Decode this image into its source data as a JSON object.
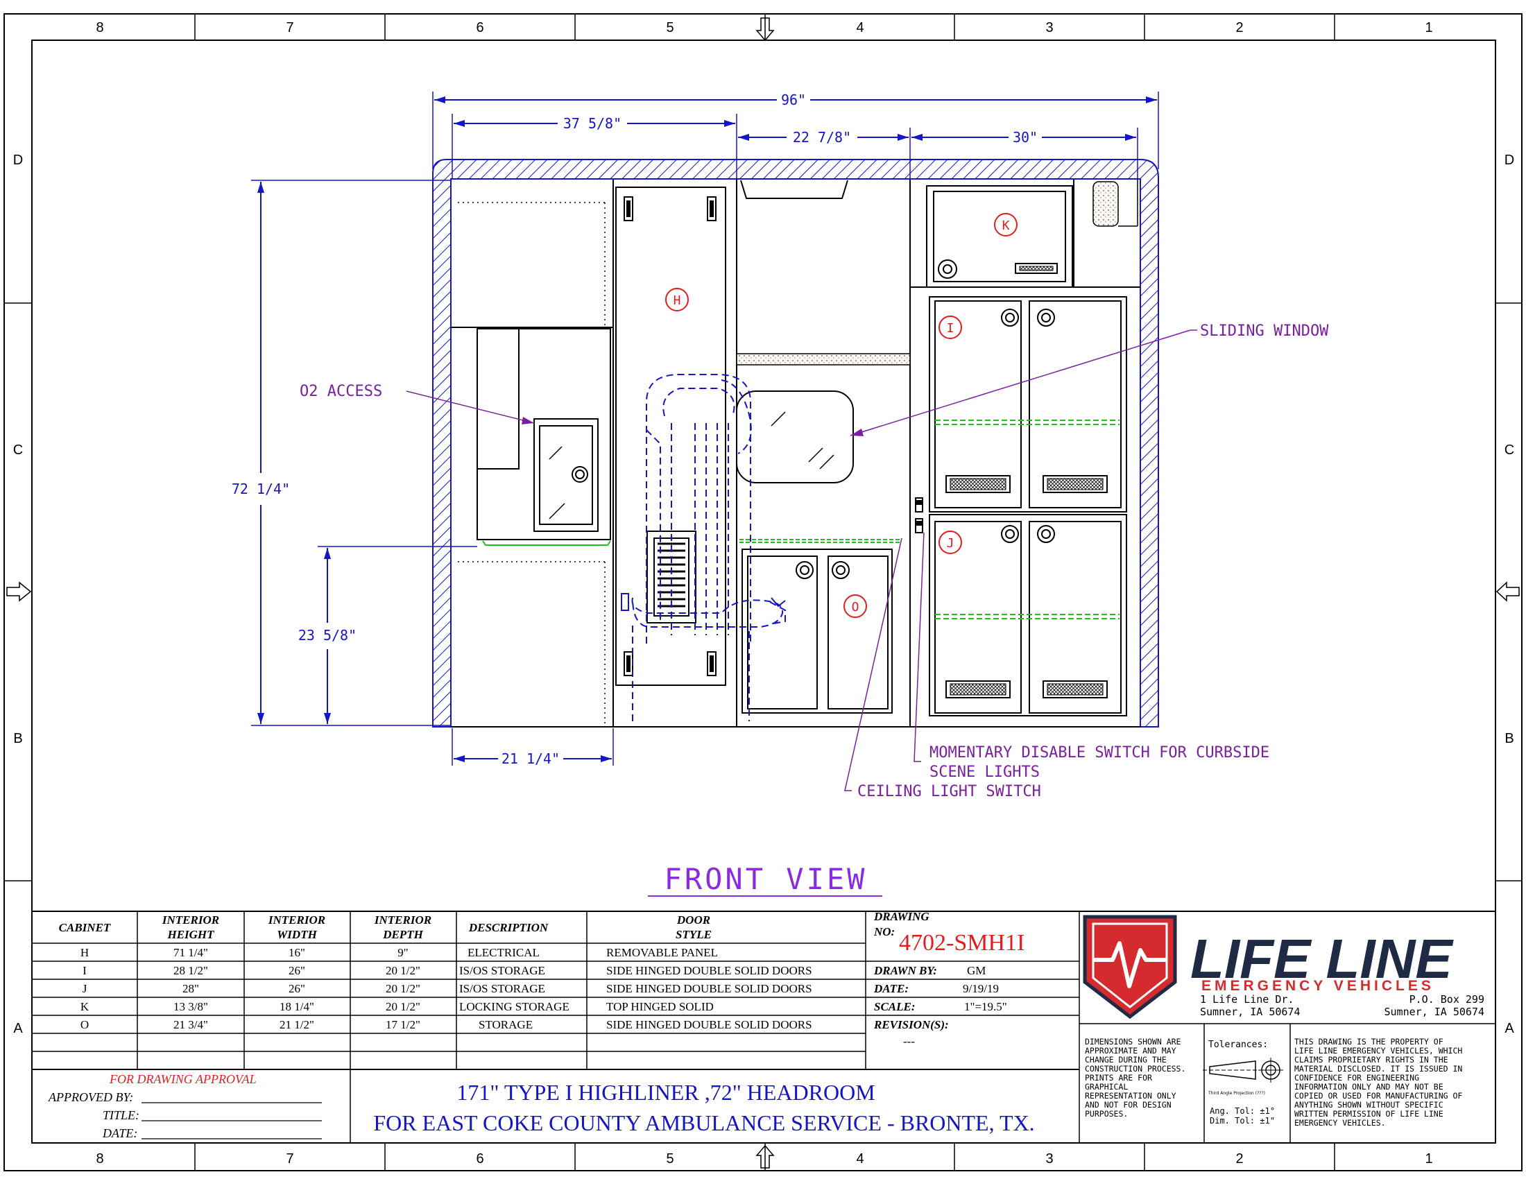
{
  "frame": {
    "columns": [
      "8",
      "7",
      "6",
      "5",
      "4",
      "3",
      "2",
      "1"
    ],
    "rows": [
      "D",
      "C",
      "B",
      "A"
    ]
  },
  "dimensions": {
    "overall_width": "96\"",
    "left_width": "37 5/8\"",
    "mid_width": "22 7/8\"",
    "right_width": "30\"",
    "overall_height": "72 1/4\"",
    "counter_height": "23 5/8\"",
    "left_bottom_width": "21 1/4\""
  },
  "labels": {
    "o2_access": "O2 ACCESS",
    "sliding_window": "SLIDING WINDOW",
    "momentary_line1": "MOMENTARY DISABLE SWITCH FOR CURBSIDE",
    "momentary_line2": "SCENE LIGHTS",
    "ceiling_switch": "CEILING LIGHT SWITCH",
    "cab_h": "H",
    "cab_i": "I",
    "cab_j": "J",
    "cab_k": "K",
    "cab_o": "O"
  },
  "view_title": "FRONT VIEW",
  "cabinet_table": {
    "headers": [
      [
        "CABINET"
      ],
      [
        "INTERIOR",
        "HEIGHT"
      ],
      [
        "INTERIOR",
        "WIDTH"
      ],
      [
        "INTERIOR",
        "DEPTH"
      ],
      [
        "DESCRIPTION"
      ],
      [
        "DOOR",
        "STYLE"
      ]
    ],
    "rows": [
      [
        "H",
        "71 1/4\"",
        "16\"",
        "9\"",
        "ELECTRICAL",
        "REMOVABLE PANEL"
      ],
      [
        "I",
        "28 1/2\"",
        "26\"",
        "20 1/2\"",
        "IS/OS STORAGE",
        "SIDE HINGED DOUBLE SOLID DOORS"
      ],
      [
        "J",
        "28\"",
        "26\"",
        "20 1/2\"",
        "IS/OS STORAGE",
        "SIDE HINGED DOUBLE SOLID DOORS"
      ],
      [
        "K",
        "13 3/8\"",
        "18 1/4\"",
        "20 1/2\"",
        "LOCKING STORAGE",
        "TOP HINGED SOLID"
      ],
      [
        "O",
        "21 3/4\"",
        "21 1/2\"",
        "17 1/2\"",
        "STORAGE",
        "SIDE HINGED DOUBLE SOLID DOORS"
      ]
    ]
  },
  "drawing_info": {
    "drawing_no_label_1": "DRAWING",
    "drawing_no_label_2": "NO:",
    "drawing_no": "4702-SMH1I",
    "drawn_by_label": "DRAWN BY:",
    "drawn_by": "GM",
    "date_label": "DATE:",
    "date": "9/19/19",
    "scale_label": "SCALE:",
    "scale": "1\"=19.5\"",
    "revision_label": "REVISION(S):",
    "revision": "---"
  },
  "approval": {
    "heading": "FOR DRAWING APPROVAL",
    "approved_by": "APPROVED BY:",
    "title": "TITLE:",
    "date": "DATE:"
  },
  "project": {
    "line1": "171\" TYPE I   HIGHLINER   ,72\" HEADROOM",
    "line2": "FOR EAST COKE COUNTY AMBULANCE SERVICE - BRONTE, TX."
  },
  "company": {
    "name": "LIFE LINE",
    "sub": "EMERGENCY VEHICLES",
    "address_left_1": "1 Life Line Dr.",
    "address_left_2": "Sumner, IA 50674",
    "address_right_1": "P.O. Box 299",
    "address_right_2": "Sumner, IA 50674",
    "logo_red": "#d52b2e",
    "logo_navy": "#1f2a44"
  },
  "notes": {
    "disclaimer": [
      "DIMENSIONS SHOWN ARE",
      "APPROXIMATE AND MAY",
      "CHANGE DURING THE",
      "CONSTRUCTION PROCESS.",
      "PRINTS ARE FOR",
      "GRAPHICAL",
      "REPRESENTATION ONLY",
      "AND NOT FOR DESIGN",
      "PURPOSES."
    ],
    "tolerances_label": "Tolerances:",
    "projection_label": "Third Angle Projection (???)",
    "ang_tol": "Ang. Tol: ±1°",
    "dim_tol": "Dim. Tol: ±1\"",
    "property": [
      "THIS DRAWING IS THE PROPERTY OF",
      "LIFE LINE EMERGENCY VEHICLES, WHICH",
      "CLAIMS PROPRIETARY RIGHTS IN THE",
      "MATERIAL DISCLOSED.  IT IS ISSUED IN",
      "CONFIDENCE FOR ENGINEERING",
      "INFORMATION ONLY AND MAY NOT BE",
      "COPIED OR USED FOR MANUFACTURING OF",
      "ANYTHING SHOWN WITHOUT SPECIFIC",
      "WRITTEN PERMISSION OF LIFE LINE",
      "EMERGENCY VEHICLES."
    ]
  },
  "colors": {
    "line_blue": "#1414c8",
    "annotation_purple": "#7a1fa0",
    "callout_red": "#e11d1d",
    "shelf_green": "#1fbf1f",
    "title_purple": "#8a2be2"
  }
}
